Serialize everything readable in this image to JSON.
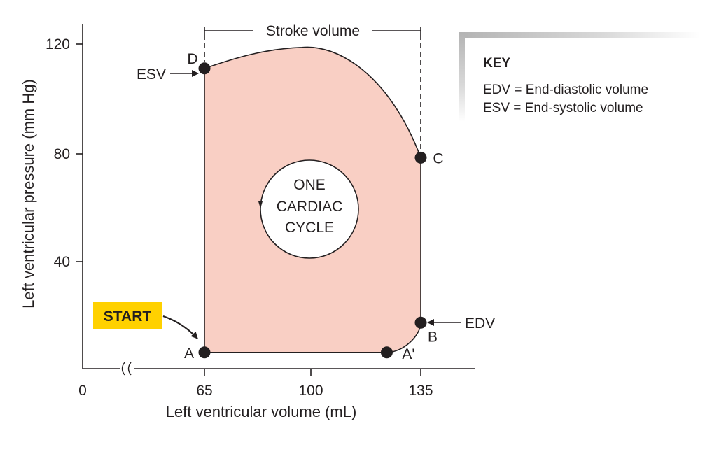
{
  "chart_data": {
    "type": "line",
    "xlabel": "Left ventricular volume (mL)",
    "ylabel": "Left ventricular pressure (mm Hg)",
    "x_ticks": [
      "0",
      "65",
      "100",
      "135"
    ],
    "y_ticks": [
      "40",
      "80",
      "120"
    ],
    "xlim": [
      65,
      135
    ],
    "ylim": [
      0,
      120
    ],
    "x_axis_break": true,
    "points": [
      {
        "label": "A",
        "x": 65,
        "y": 6
      },
      {
        "label": "A'",
        "x": 124,
        "y": 6
      },
      {
        "label": "B",
        "x": 135,
        "y": 17
      },
      {
        "label": "C",
        "x": 135,
        "y": 78
      },
      {
        "label": "D",
        "x": 65,
        "y": 111
      }
    ],
    "loop_fill_color": "#f9cfc4",
    "annotations": {
      "esv": "ESV",
      "edv": "EDV",
      "stroke_volume": "Stroke volume",
      "start": "START",
      "cycle": [
        "ONE",
        "CARDIAC",
        "CYCLE"
      ]
    },
    "start_color": "#ffd100"
  },
  "key": {
    "title": "KEY",
    "lines": [
      "EDV = End-diastolic volume",
      "ESV = End-systolic volume"
    ]
  }
}
